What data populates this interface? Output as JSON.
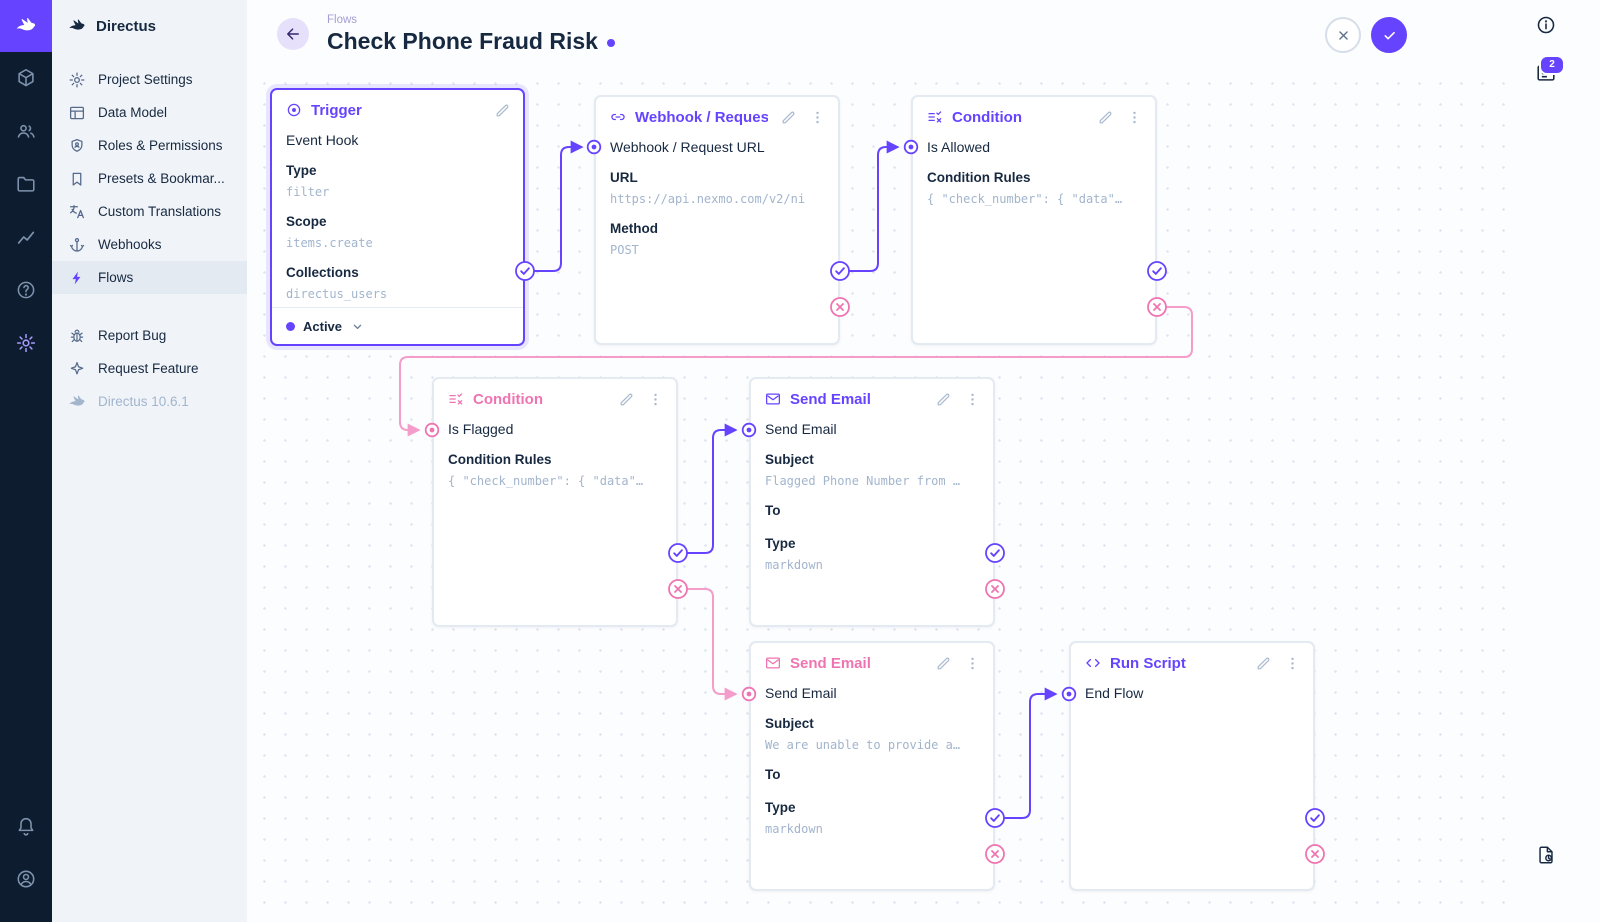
{
  "colors": {
    "primary": "#6644ff",
    "resolve": "#6644ff",
    "reject": "#ef74b2",
    "reject_line": "#f49cca"
  },
  "module_bar": {
    "modules": [
      "content",
      "user-directory",
      "file-library",
      "insights",
      "documentation",
      "settings"
    ],
    "bottom": [
      "notifications",
      "user-menu"
    ]
  },
  "sidebar": {
    "title": "Directus",
    "items": [
      {
        "label": "Project Settings",
        "icon": "gear"
      },
      {
        "label": "Data Model",
        "icon": "table"
      },
      {
        "label": "Roles & Permissions",
        "icon": "shield"
      },
      {
        "label": "Presets & Bookmar...",
        "icon": "bookmark"
      },
      {
        "label": "Custom Translations",
        "icon": "translate"
      },
      {
        "label": "Webhooks",
        "icon": "anchor"
      },
      {
        "label": "Flows",
        "icon": "bolt",
        "active": true
      }
    ],
    "footer": [
      {
        "label": "Report Bug",
        "icon": "bug"
      },
      {
        "label": "Request Feature",
        "icon": "sparkle"
      },
      {
        "label": "Directus 10.6.1",
        "icon": "rabbit"
      }
    ]
  },
  "header": {
    "breadcrumb": "Flows",
    "title": "Check Phone Fraud Risk",
    "actions": [
      {
        "name": "discard",
        "icon": "close"
      },
      {
        "name": "save",
        "icon": "check"
      }
    ]
  },
  "rightbar": {
    "notification_count": "2",
    "icons": [
      "info",
      "notifications",
      "revisions"
    ]
  },
  "flow": {
    "trigger": {
      "title": "Trigger",
      "line": "Event Hook",
      "fields": [
        {
          "label": "Type",
          "value": "filter"
        },
        {
          "label": "Scope",
          "value": "items.create"
        },
        {
          "label": "Collections",
          "value": "directus_users"
        }
      ],
      "status": "Active"
    },
    "webhook": {
      "title": "Webhook / Request URL",
      "input": "Webhook / Request URL",
      "fields": [
        {
          "label": "URL",
          "value": "https://api.nexmo.com/v2/ni"
        },
        {
          "label": "Method",
          "value": "POST"
        }
      ]
    },
    "condition1": {
      "title": "Condition",
      "input": "Is Allowed",
      "fields": [
        {
          "label": "Condition Rules",
          "value": "{ \"check_number\": { \"data\"…"
        }
      ]
    },
    "condition2": {
      "title": "Condition",
      "input": "Is Flagged",
      "fields": [
        {
          "label": "Condition Rules",
          "value": "{ \"check_number\": { \"data\"…"
        }
      ]
    },
    "email1": {
      "title": "Send Email",
      "input": "Send Email",
      "fields": [
        {
          "label": "Subject",
          "value": "Flagged Phone Number from …"
        },
        {
          "label": "To",
          "value": ""
        },
        {
          "label": "Type",
          "value": "markdown"
        }
      ]
    },
    "email2": {
      "title": "Send Email",
      "input": "Send Email",
      "fields": [
        {
          "label": "Subject",
          "value": "We are unable to provide a…"
        },
        {
          "label": "To",
          "value": ""
        },
        {
          "label": "Type",
          "value": "markdown"
        }
      ]
    },
    "runscript": {
      "title": "Run Script",
      "input": "End Flow"
    }
  }
}
